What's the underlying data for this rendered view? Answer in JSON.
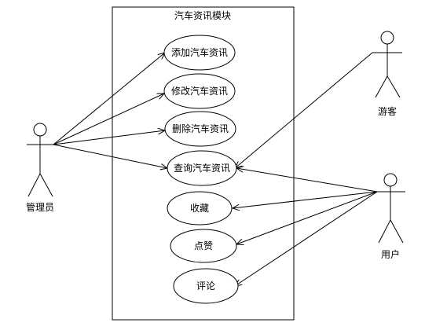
{
  "system_title": "汽车资讯模块",
  "actors": {
    "admin": "管理员",
    "visitor": "游客",
    "user": "用户"
  },
  "use_cases": {
    "add": "添加汽车资讯",
    "edit": "修改汽车资讯",
    "delete": "删除汽车资讯",
    "query": "查询汽车资讯",
    "favorite": "收藏",
    "like": "点赞",
    "comment": "评论"
  }
}
